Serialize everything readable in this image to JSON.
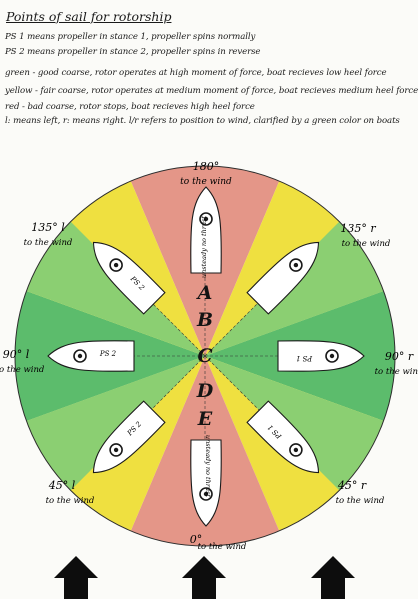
{
  "title": "Points of sail for rotorship",
  "legend": [
    "PS 1 means propeller in stance 1, propeller spins normally",
    "PS 2 means propeller in stance 2, propeller spins in reverse",
    "green - good coarse, rotor operates at high moment of force, boat recieves low heel force",
    "yellow - fair coarse, rotor operates at medium moment of force, boat recieves medium heel force",
    "red - bad coarse, rotor stops, boat recieves high heel force",
    "l: means left, r: means right. l/r refers to position to wind, clarified by a green color on boats"
  ],
  "colors": {
    "green": "#5cbc6c",
    "yellow": "#efe040",
    "red": "#e49688",
    "boat_fill": "#ffffff",
    "ink": "#1a1a1a",
    "letter": "#141414",
    "arrow": "#0d0d0d"
  },
  "zone_letters": [
    "A",
    "B",
    "C",
    "D",
    "E"
  ],
  "angle_labels": {
    "top": "180°",
    "top_sub": "to the wind",
    "upper_left": "135° l",
    "upper_left_sub": "to the wind",
    "upper_right": "135° r",
    "upper_right_sub": "to the wind",
    "left": "90° l",
    "left_sub": "to the wind",
    "right": "90° r",
    "right_sub": "to the wind",
    "lower_left": "45° l",
    "lower_left_sub": "to the wind",
    "lower_right": "45° r",
    "lower_right_sub": "to the wind",
    "bottom": "0°",
    "bottom_sub": "to the wind"
  },
  "boats": {
    "top_note": "unsteady no thrust",
    "bottom_note": "unsteady no thrust",
    "upper_left_tag": "PS 2",
    "left_tag": "PS 2",
    "lower_left_tag": "PS 2",
    "right_tag": "PS 1",
    "lower_right_tag": "PS 1"
  },
  "wind_arrows": 3
}
